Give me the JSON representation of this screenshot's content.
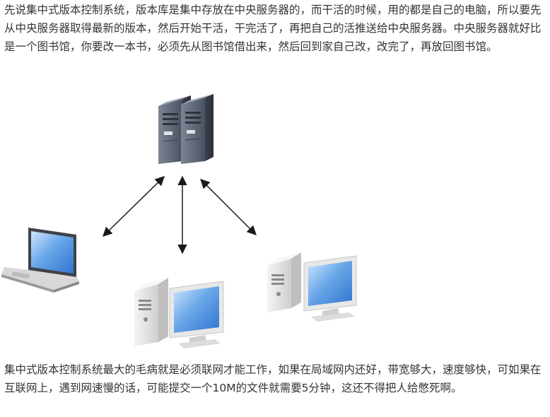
{
  "intro_text": "先说集中式版本控制系统，版本库是集中存放在中央服务器的，而干活的时候，用的都是自己的电脑，所以要先从中央服务器取得最新的版本，然后开始干活，干完活了，再把自己的活推送给中央服务器。中央服务器就好比是一个图书馆，你要改一本书，必须先从图书馆借出来，然后回到家自己改，改完了，再放回图书馆。",
  "outro_text": "集中式版本控制系统最大的毛病就是必须联网才能工作，如果在局域网内还好，带宽够大，速度够快，可如果在互联网上，遇到网速慢的话，可能提交一个10M的文件就需要5分钟，这还不得把人给憋死啊。",
  "diagram": {
    "nodes": [
      {
        "id": "central-server",
        "icon": "server-icon"
      },
      {
        "id": "laptop-client",
        "icon": "laptop-icon"
      },
      {
        "id": "desktop-client-middle",
        "icon": "desktop-computer-icon"
      },
      {
        "id": "desktop-client-right",
        "icon": "desktop-computer-icon"
      }
    ],
    "edges": [
      {
        "from": "central-server",
        "to": "laptop-client",
        "direction": "bidirectional"
      },
      {
        "from": "central-server",
        "to": "desktop-client-middle",
        "direction": "bidirectional"
      },
      {
        "from": "central-server",
        "to": "desktop-client-right",
        "direction": "bidirectional"
      }
    ],
    "colors": {
      "arrow": "#1a1a1a",
      "screen": "#6aa7e8",
      "case": "#e4e4e4",
      "server": "#626a78"
    }
  }
}
